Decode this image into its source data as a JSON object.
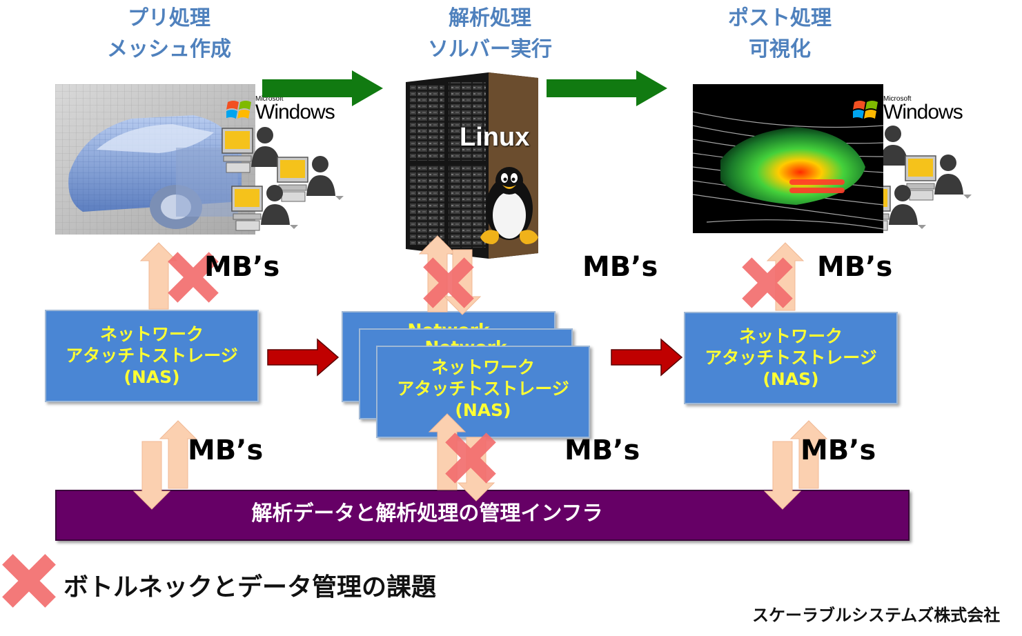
{
  "stages": {
    "pre": {
      "line1": "プリ処理",
      "line2": "メッシュ作成"
    },
    "analysis": {
      "line1": "解析処理",
      "line2": "ソルバー実行"
    },
    "post": {
      "line1": "ポスト処理",
      "line2": "可視化"
    }
  },
  "os": {
    "windows_small": "Microsoft",
    "windows": "Windows",
    "linux": "Linux"
  },
  "nas": {
    "line1": "ネットワーク",
    "line2": "アタッチトストレージ",
    "line3": "(NAS)",
    "stack_back_label": "Network"
  },
  "throughput": {
    "pre_top": "MB’s",
    "analysis_top": "MB’s",
    "post_top": "MB’s",
    "pre_bottom": "MB’s",
    "analysis_bottom": "MB’s",
    "post_bottom": "MB’s"
  },
  "infra": {
    "label": "解析データと解析処理の管理インフラ"
  },
  "legend": {
    "text": "ボトルネックとデータ管理の課題"
  },
  "company": {
    "name": "スケーラブルシステムズ株式会社"
  },
  "colors": {
    "title_blue": "#4f81bd",
    "nas_fill": "#4a86d4",
    "nas_text": "#ffff33",
    "flow_green": "#117a11",
    "flow_red": "#c00000",
    "transfer_arrow": "#fbd0b0",
    "bottleneck_x": "#f26d6d",
    "infra_purple": "#660066"
  }
}
